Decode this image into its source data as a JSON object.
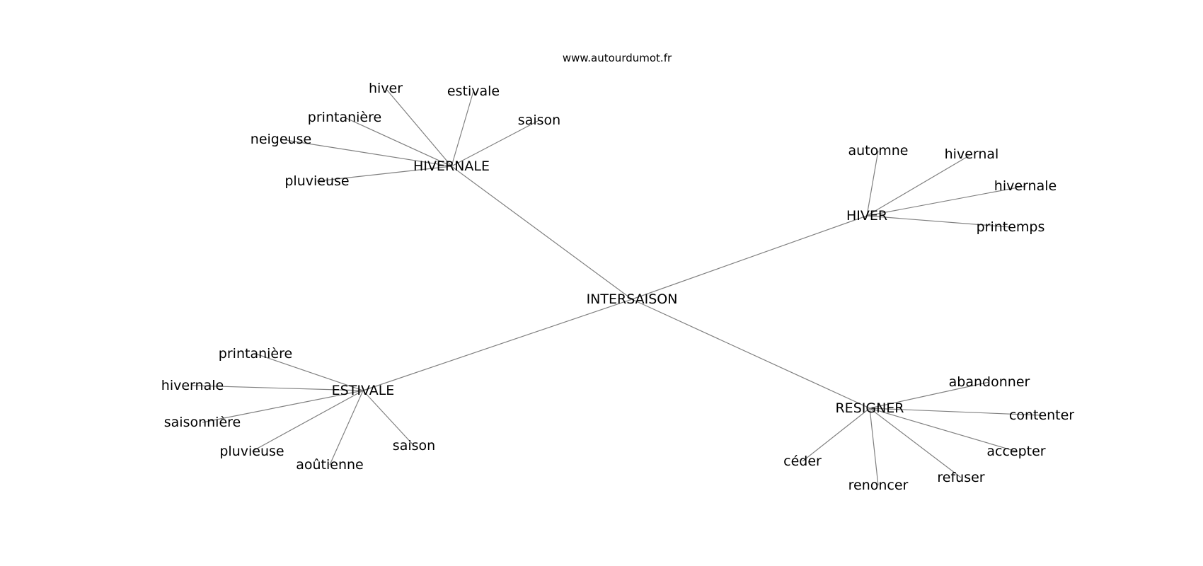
{
  "watermark": "www.autourdumot.fr",
  "edge_color": "#808080",
  "text_color": "#000000",
  "center": "INTERSAISON",
  "groups": [
    {
      "hub": "HIVERNALE",
      "leaves": [
        "hiver",
        "estivale",
        "saison",
        "printanière",
        "neigeuse",
        "pluvieuse"
      ]
    },
    {
      "hub": "HIVER",
      "leaves": [
        "automne",
        "hivernal",
        "hivernale",
        "printemps"
      ]
    },
    {
      "hub": "ESTIVALE",
      "leaves": [
        "printanière",
        "hivernale",
        "saisonnière",
        "pluvieuse",
        "aoûtienne",
        "saison"
      ]
    },
    {
      "hub": "RESIGNER",
      "leaves": [
        "abandonner",
        "contenter",
        "accepter",
        "refuser",
        "renoncer",
        "céder"
      ]
    }
  ]
}
